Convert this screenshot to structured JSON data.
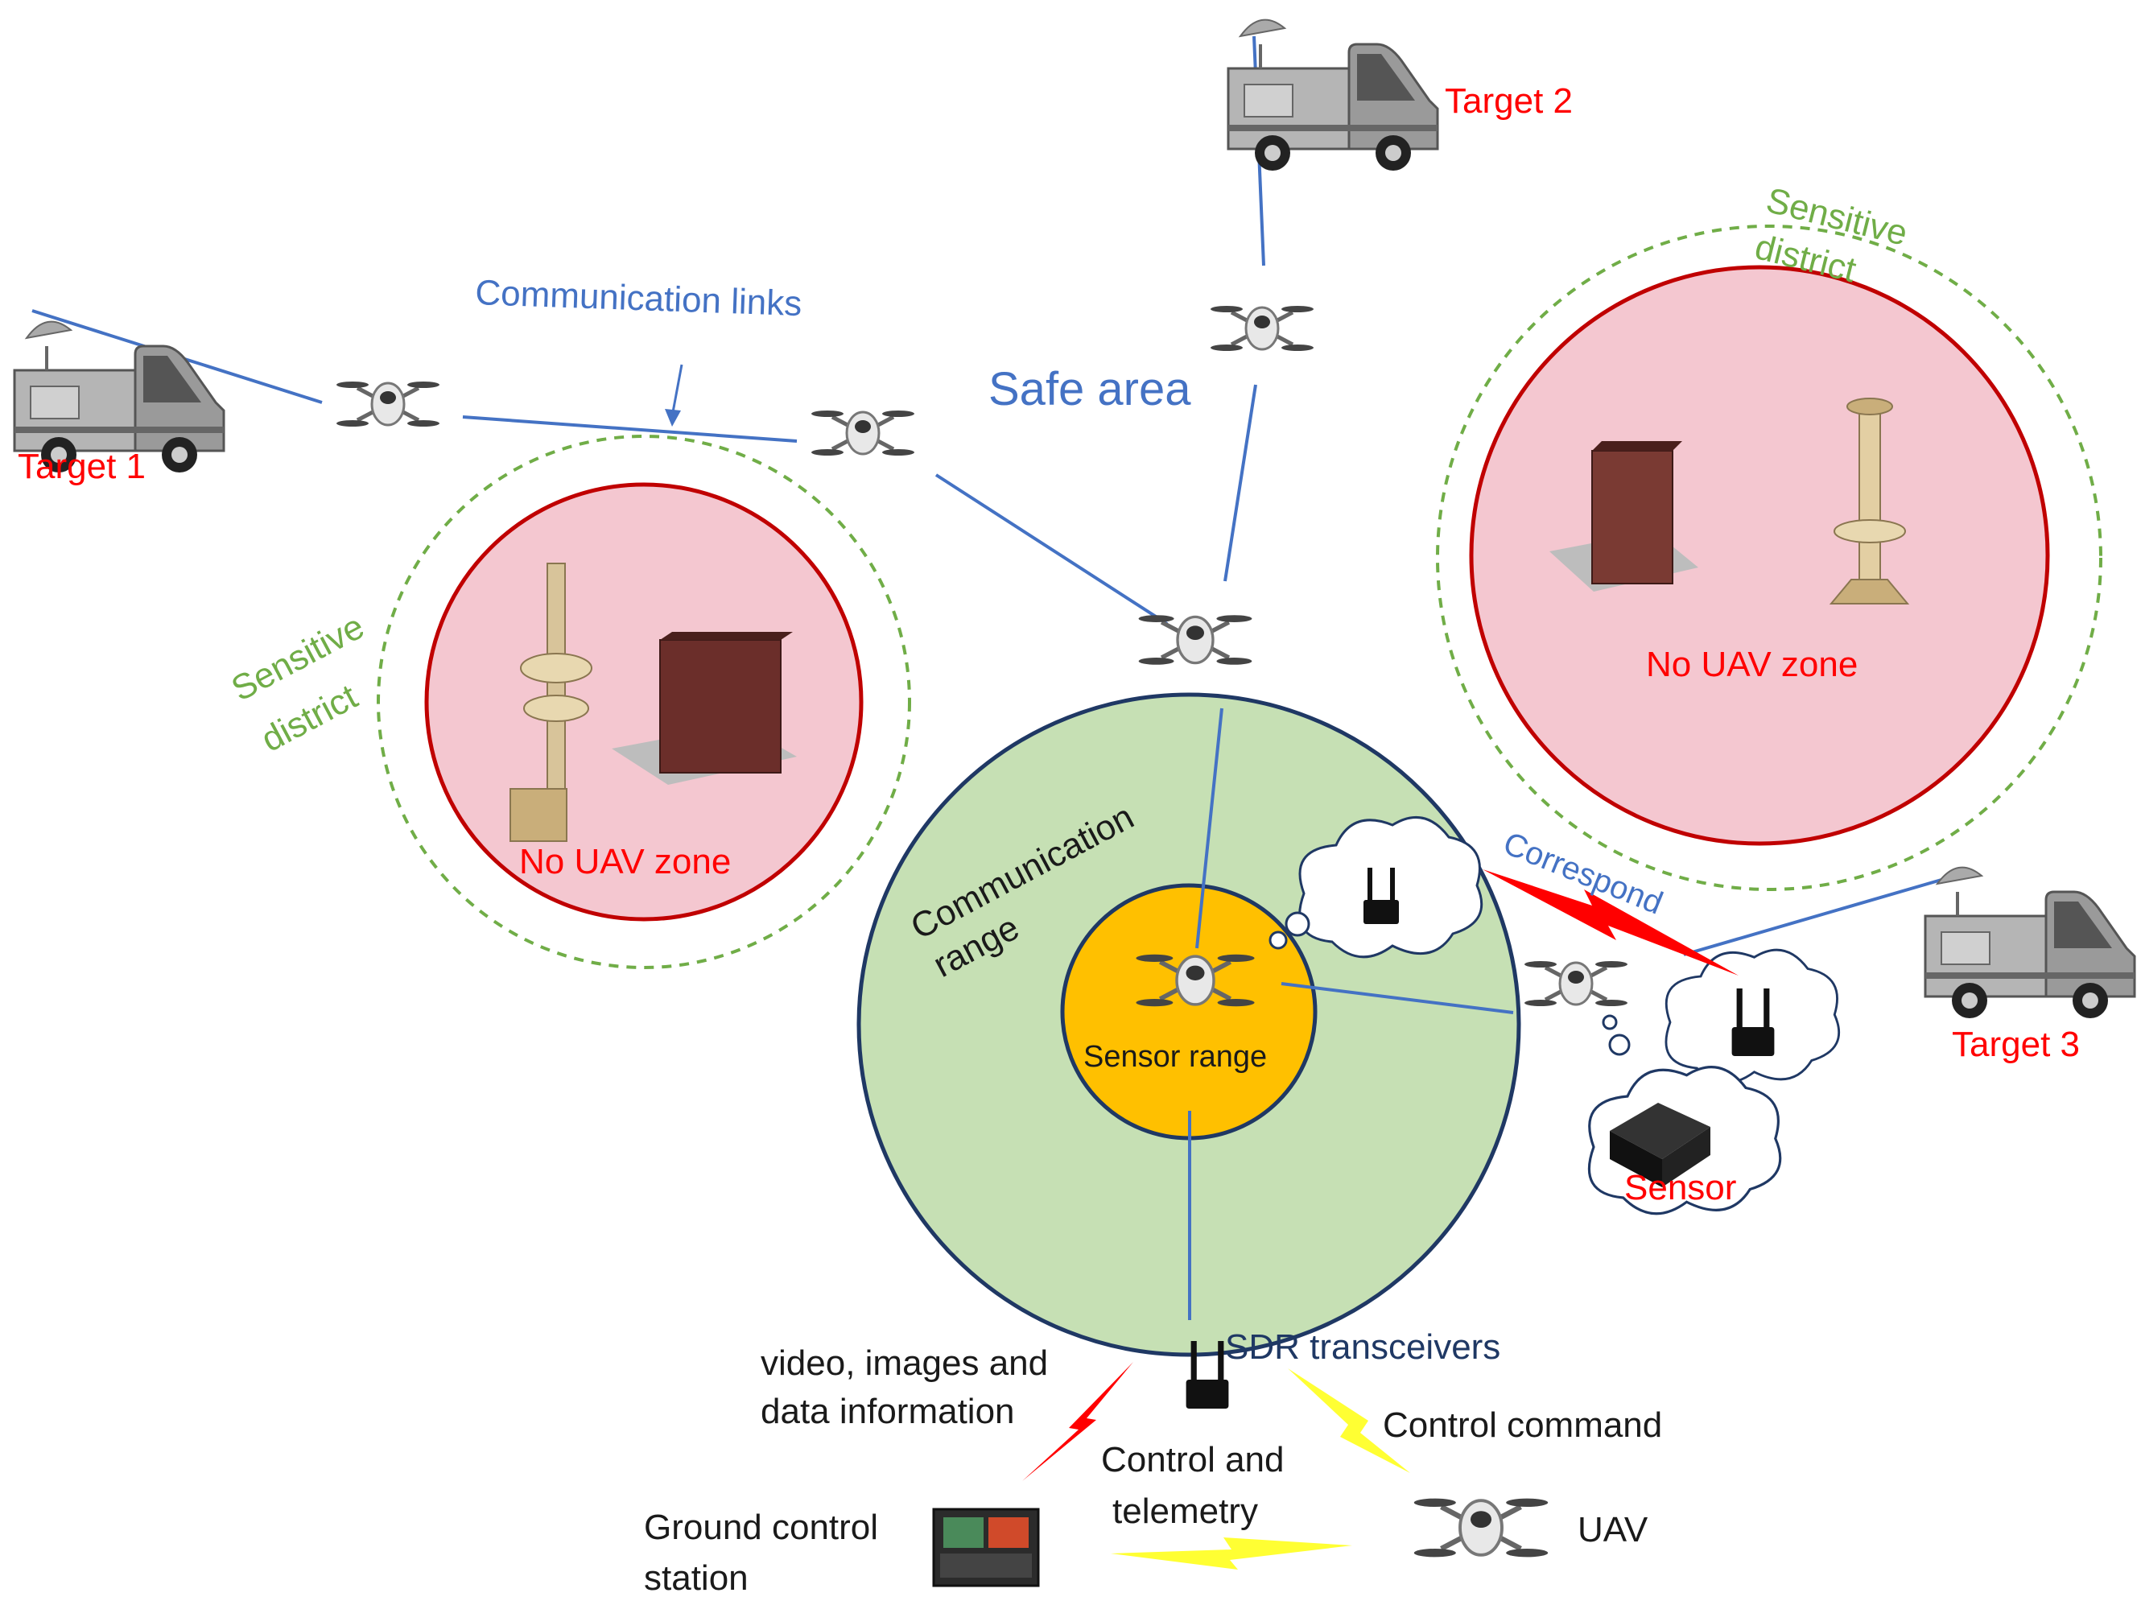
{
  "colors": {
    "link_blue": "#4472C4",
    "label_blue": "#4472C4",
    "target_red": "#FF0000",
    "sensitive_green": "#70AD47",
    "no_uav_fill": "#F4C7D0",
    "no_uav_stroke": "#C00000",
    "comm_fill": "#C6E0B4",
    "comm_stroke": "#1F3864",
    "sensor_fill": "#FFC000",
    "sdr_navy": "#1F3864",
    "flash_red": "#FF0000",
    "flash_yellow": "#FFFF33"
  },
  "labels": {
    "target1": "Target 1",
    "target2": "Target 2",
    "target3": "Target 3",
    "communication_links": "Communication links",
    "safe_area": "Safe area",
    "sensitive_left_1": "Sensitive",
    "sensitive_left_2": "district",
    "sensitive_right_1": "Sensitive",
    "sensitive_right_2": "district",
    "no_uav_left": "No UAV zone",
    "no_uav_right": "No UAV zone",
    "comm_range_1": "Communication",
    "comm_range_2": "range",
    "sensor_range": "Sensor range",
    "correspond": "Correspond",
    "sensor": "Sensor",
    "sdr_transceivers": "SDR transceivers",
    "video_1": "video, images and",
    "video_2": "data information",
    "control_command": "Control command",
    "control_telemetry_1": "Control and",
    "control_telemetry_2": "telemetry",
    "gcs_1": "Ground control",
    "gcs_2": "station",
    "uav": "UAV"
  }
}
